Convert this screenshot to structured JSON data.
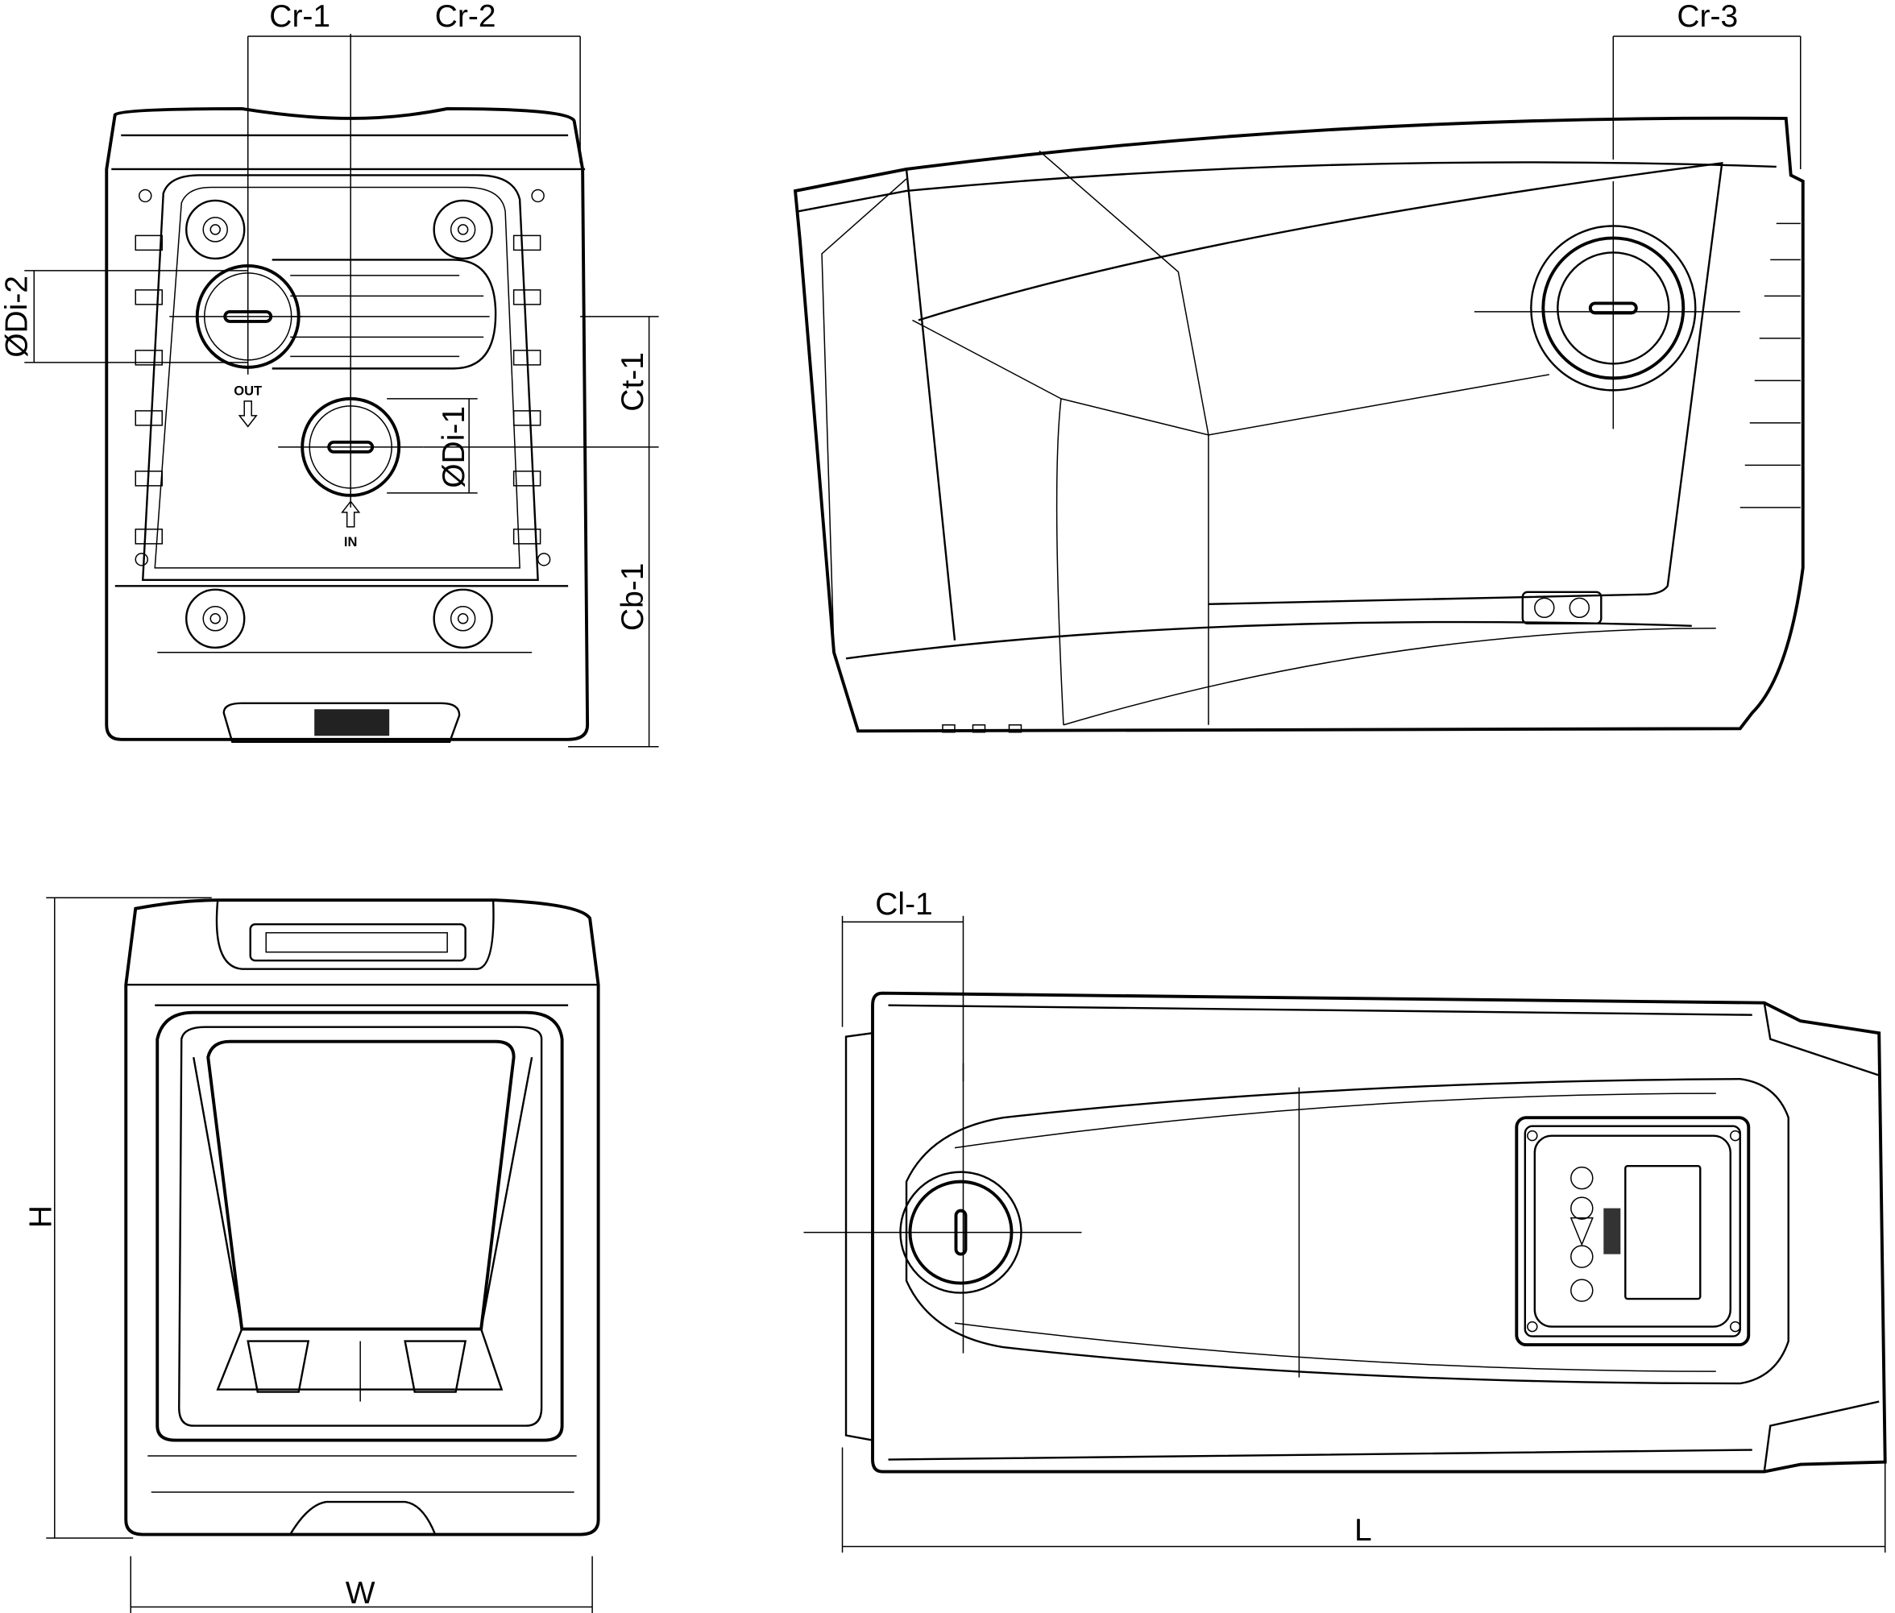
{
  "dimensions": {
    "cr1": "Cr-1",
    "cr2": "Cr-2",
    "cr3": "Cr-3",
    "di2": "ØDi-2",
    "di1": "ØDi-1",
    "ct1": "Ct-1",
    "cb1": "Cb-1",
    "h": "H",
    "w": "W",
    "cl1": "Cl-1",
    "l": "L"
  },
  "ports": {
    "out": "OUT",
    "in": "IN"
  }
}
